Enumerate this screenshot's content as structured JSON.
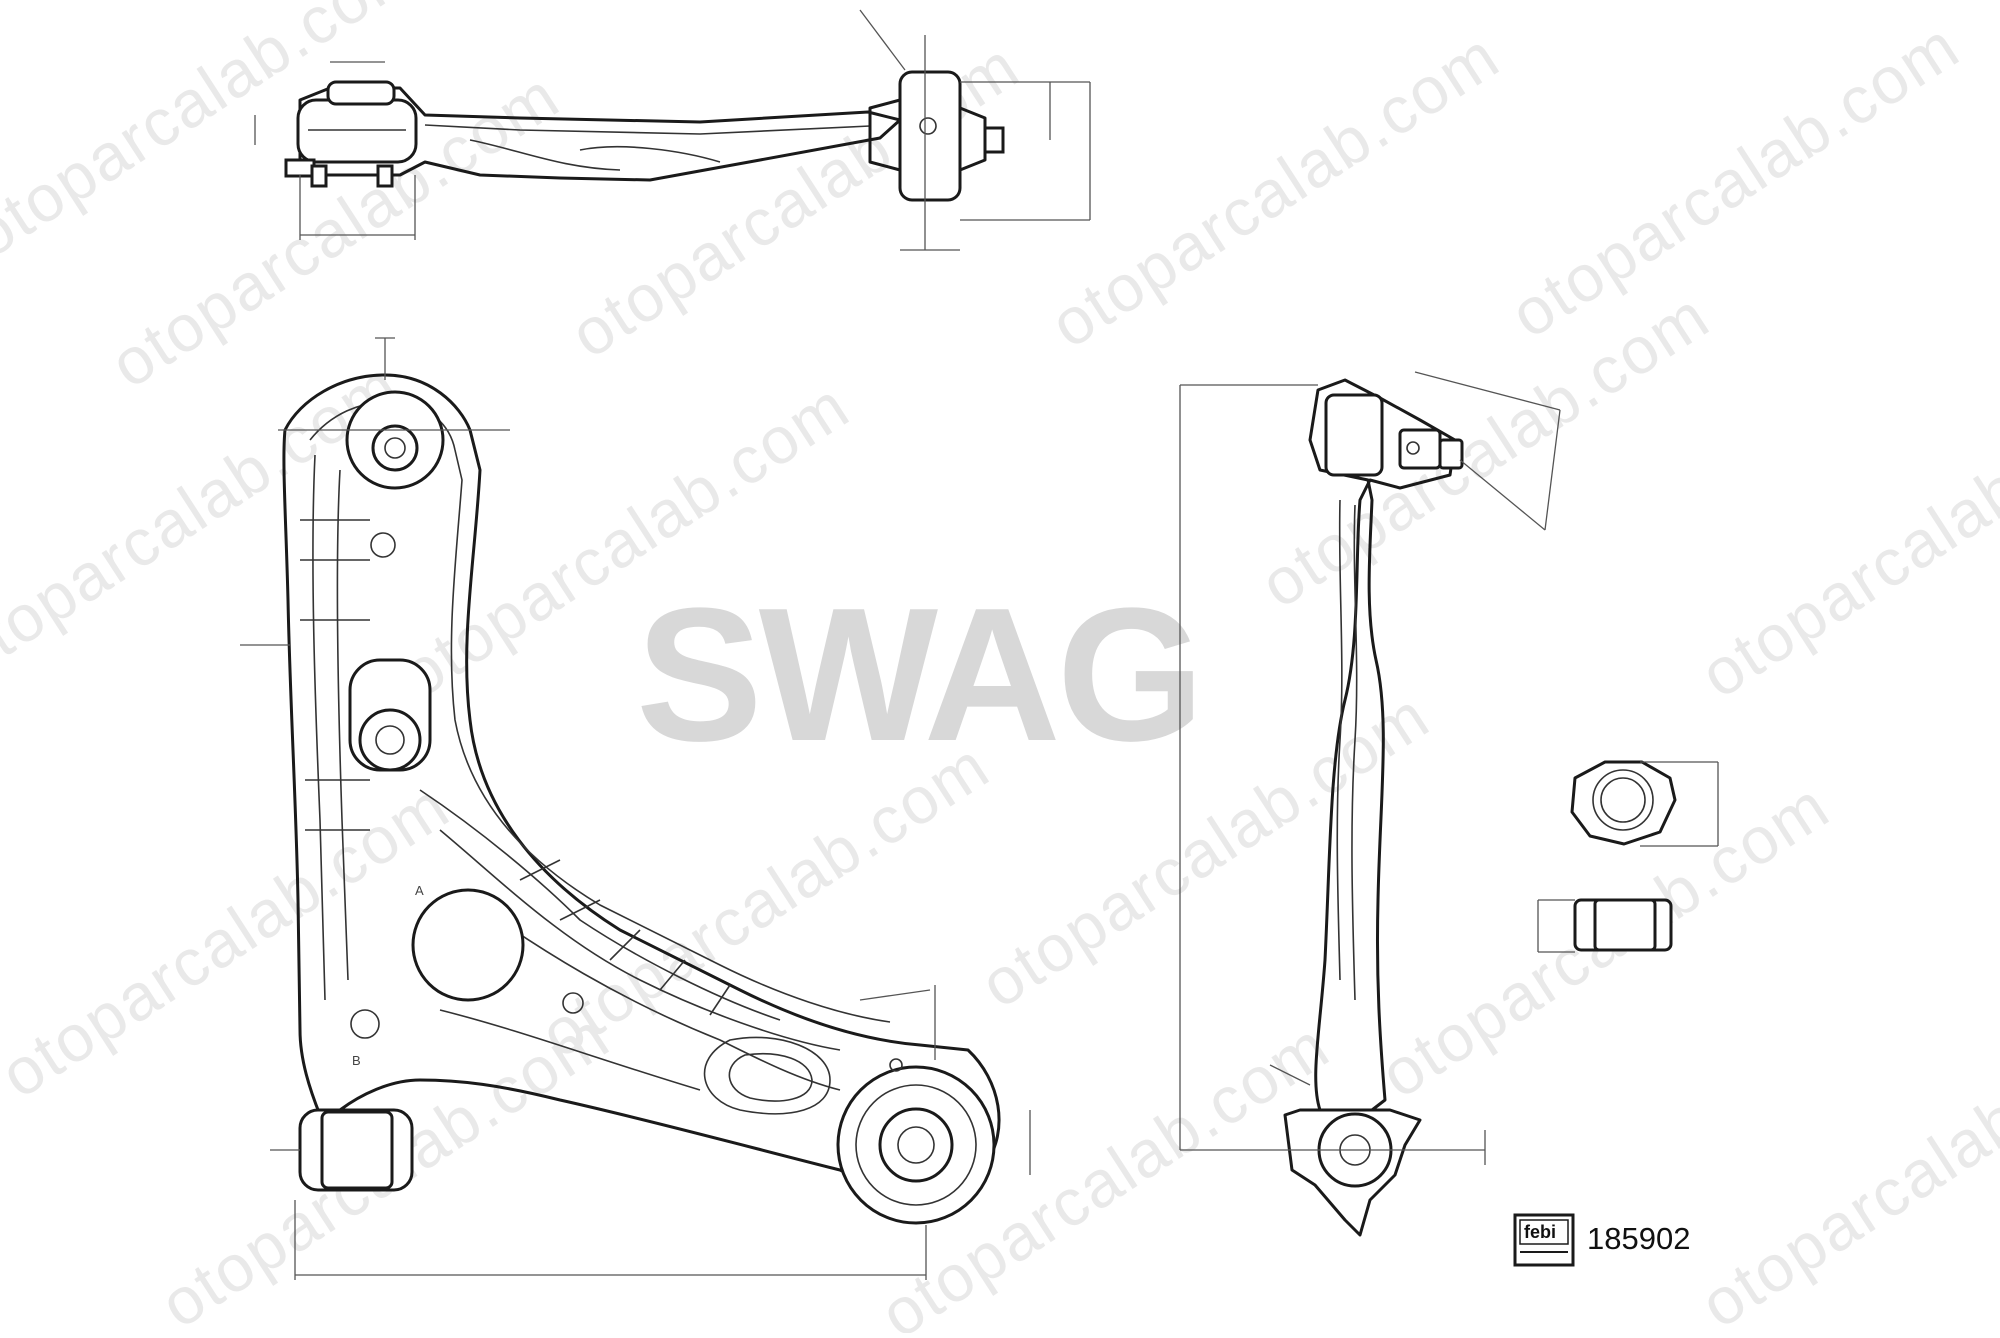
{
  "watermark": {
    "text": "otoparcalab.com"
  },
  "brand": {
    "name": "SWAG"
  },
  "part": {
    "logo_text": "febi",
    "number": "185902"
  },
  "views": {
    "callout_a": "A",
    "callout_b": "B"
  }
}
